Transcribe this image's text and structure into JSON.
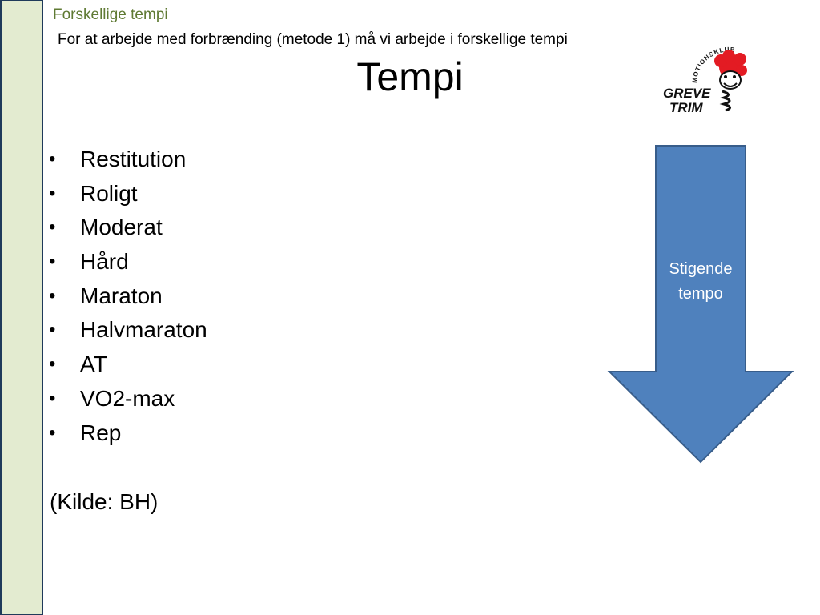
{
  "header": {
    "section_title": "Forskellige tempi",
    "subtitle": "For at arbejde med forbrænding (metode 1) må vi arbejde i forskellige tempi",
    "title": "Tempi"
  },
  "logo": {
    "club_text": "MOTIONSKLUB",
    "line1": "GREVE",
    "line2": "TRIM"
  },
  "bullets": [
    {
      "label": "Restitution"
    },
    {
      "label": "Roligt"
    },
    {
      "label": "Moderat"
    },
    {
      "label": "Hård"
    },
    {
      "label": "Maraton"
    },
    {
      "label": "Halvmaraton"
    },
    {
      "label": "AT"
    },
    {
      "label": "VO2-max"
    },
    {
      "label": "Rep"
    }
  ],
  "bullet_symbol": "•",
  "source": "(Kilde: BH)",
  "arrow": {
    "line1": "Stigende",
    "line2": "tempo",
    "fill_color": "#4f81bd",
    "stroke_color": "#385d8a"
  },
  "colors": {
    "accent_green": "#5f7a33",
    "sidebar_fill": "#e3ebd0"
  }
}
